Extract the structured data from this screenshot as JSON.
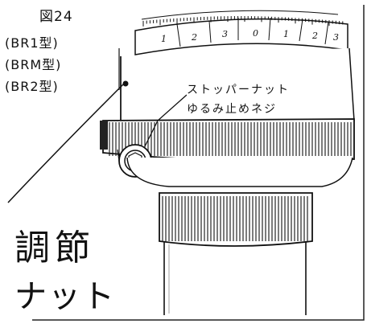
{
  "figure": {
    "number": "図24",
    "models": [
      "(BR1型)",
      "(BRM型)",
      "(BR2型)"
    ]
  },
  "callout": {
    "line1": "ストッパーナット",
    "line2": "ゆるみ止めネジ"
  },
  "handwritten": {
    "line1": "調節",
    "line2": "ナット"
  },
  "dial": {
    "numbers": [
      "1",
      "2",
      "3",
      "0",
      "1",
      "2",
      "3"
    ]
  }
}
